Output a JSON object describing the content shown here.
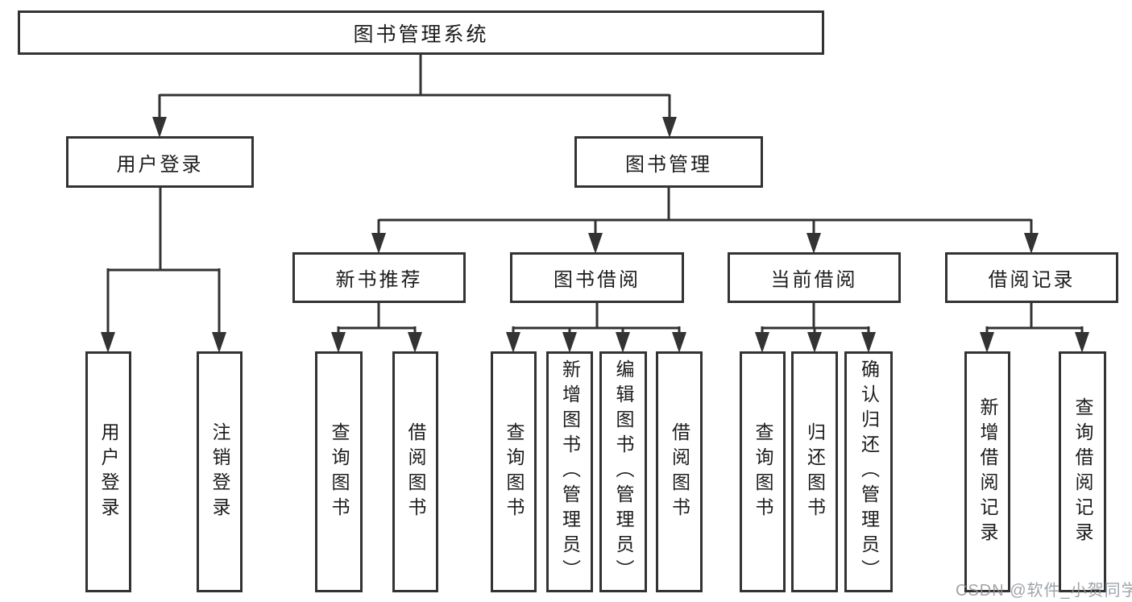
{
  "tree": {
    "root": {
      "label": "图书管理系统"
    },
    "user_login": {
      "label": "用户登录",
      "children": {
        "login": {
          "label": "用户登录"
        },
        "logout": {
          "label": "注销登录"
        }
      }
    },
    "book_management": {
      "label": "图书管理",
      "modules": {
        "new_book_rec": {
          "label": "新书推荐",
          "children": {
            "query_book": {
              "label": "查询图书"
            },
            "borrow_book": {
              "label": "借阅图书"
            }
          }
        },
        "book_borrow": {
          "label": "图书借阅",
          "children": {
            "query_book": {
              "label": "查询图书"
            },
            "add_book_admin": {
              "label": "新增图书（管理员）"
            },
            "edit_book_admin": {
              "label": "编辑图书（管理员）"
            },
            "borrow_book": {
              "label": "借阅图书"
            }
          }
        },
        "current_borrow": {
          "label": "当前借阅",
          "children": {
            "query_book": {
              "label": "查询图书"
            },
            "return_book": {
              "label": "归还图书"
            },
            "confirm_return_admin": {
              "label": "确认归还（管理员）"
            }
          }
        },
        "borrow_record": {
          "label": "借阅记录",
          "children": {
            "add_record": {
              "label": "新增借阅记录"
            },
            "query_record": {
              "label": "查询借阅记录"
            }
          }
        }
      }
    }
  },
  "watermark": {
    "text": "CSDN @软件_小贺同学"
  },
  "colors": {
    "line": "#333333",
    "box_border": "#333333",
    "box_fill": "#ffffff",
    "text": "#1c1c1c",
    "watermark": "#8f959b"
  }
}
